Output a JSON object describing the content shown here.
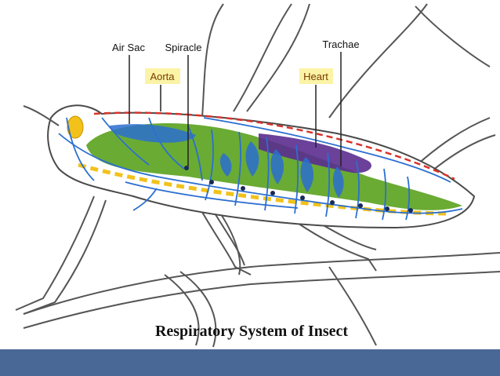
{
  "labels": {
    "air_sac": "Air Sac",
    "spiracle": "Spiracle",
    "aorta": "Aorta",
    "trachae": "Trachae",
    "heart": "Heart"
  },
  "caption": "Respiratory System of Insect",
  "colors": {
    "highlight": "#fbf3a6",
    "footer_bar": "#4a6896",
    "outline": "#4a4a4a",
    "trachea": "#2b6fd0",
    "gut": "#5aa21e",
    "heart": "#5b2c8f",
    "aorta": "#d8322a",
    "fat_body": "#f2c21b"
  }
}
